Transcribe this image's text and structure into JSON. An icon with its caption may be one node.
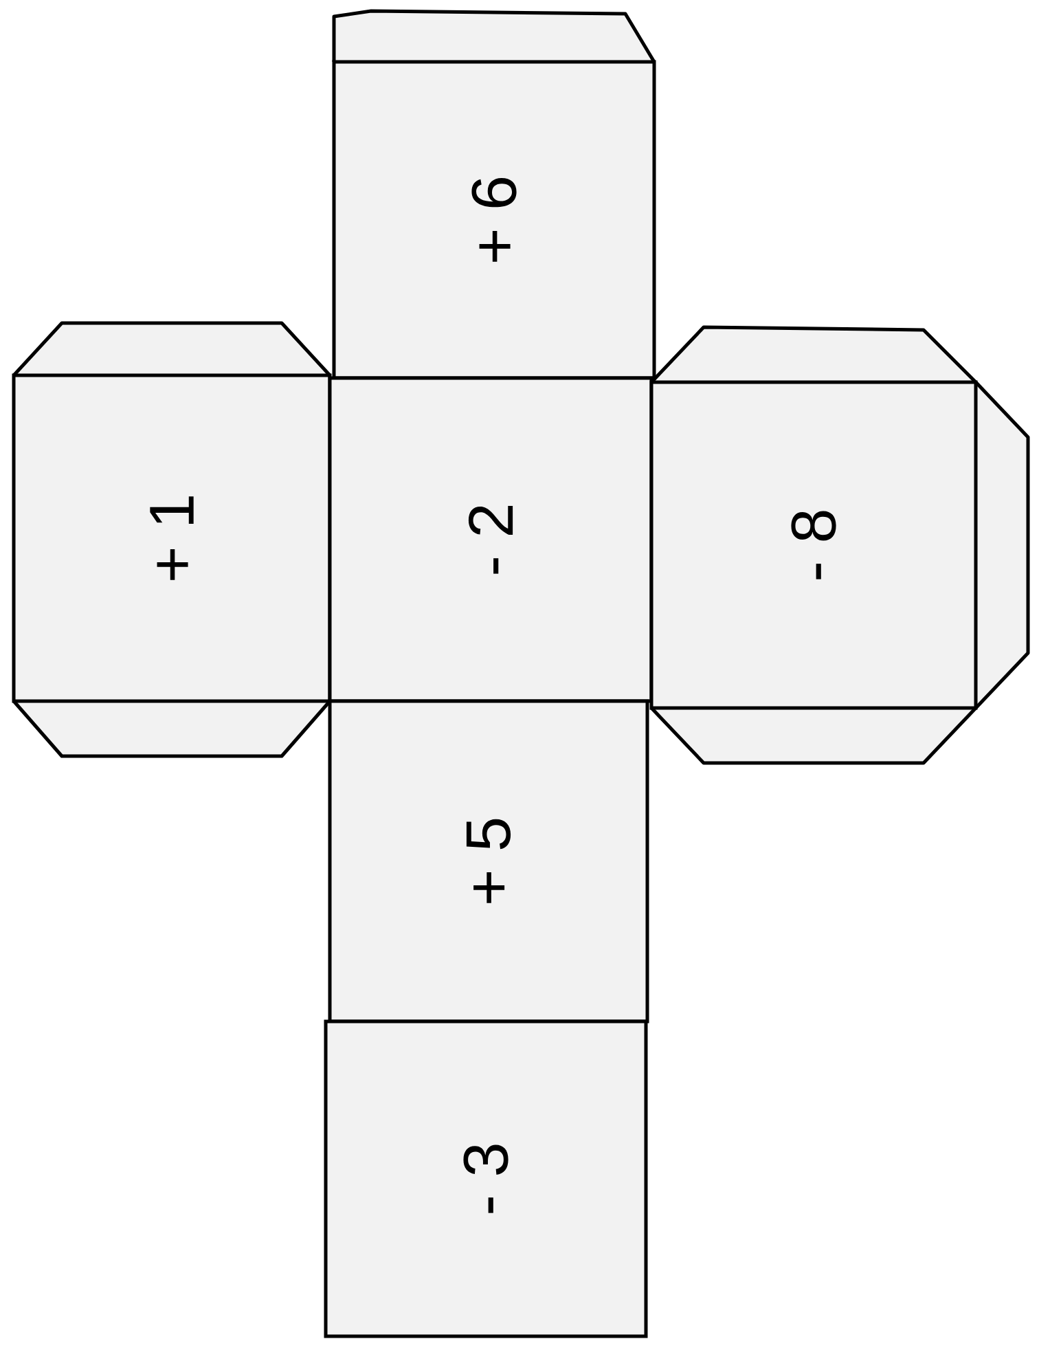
{
  "diagram": {
    "nodes": [
      {
        "text": [
          "+ 6"
        ]
      },
      {
        "text": [
          "+ 1"
        ]
      },
      {
        "text": [
          "- 2"
        ]
      },
      {
        "text": [
          "- 8"
        ]
      },
      {
        "text": [
          "+ 5"
        ]
      },
      {
        "text": [
          "- 3"
        ]
      }
    ]
  }
}
